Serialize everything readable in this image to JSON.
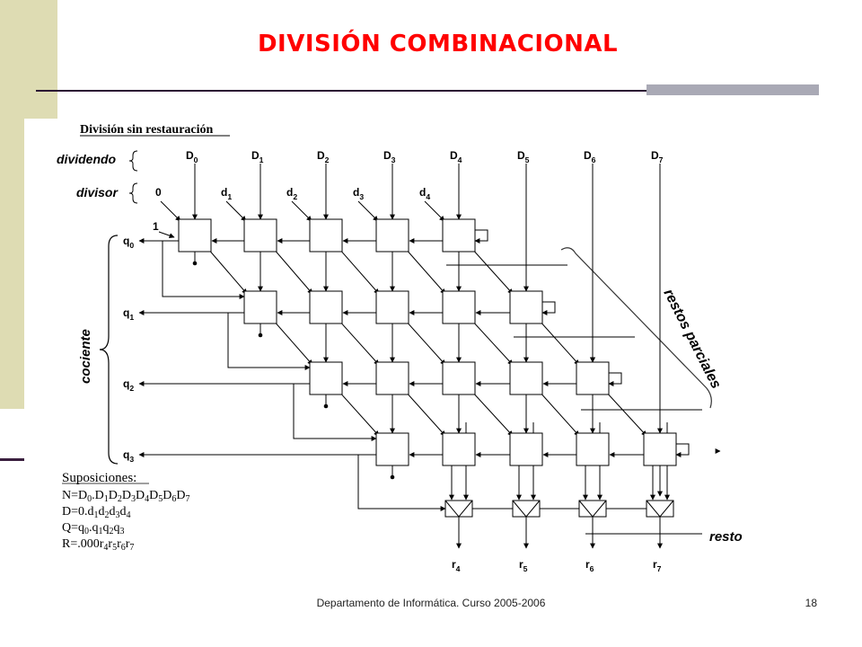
{
  "slide": {
    "title": "DIVISIÓN COMBINACIONAL",
    "footer": "Departamento de Informática. Curso 2005-2006",
    "page_number": "18",
    "colors": {
      "title": "#ff0000",
      "side_band": "#dedcb3",
      "rule": "#2b1233",
      "rule_accent": "#a9a9b5"
    }
  },
  "diagram": {
    "heading": "División sin restauración",
    "labels": {
      "dividendo": "dividendo",
      "divisor": "divisor",
      "cociente": "cociente",
      "restos_parciales": "restos parciales",
      "resto": "resto",
      "carry_in": "1"
    },
    "dividend_inputs": [
      {
        "base": "D",
        "sub": "0"
      },
      {
        "base": "D",
        "sub": "1"
      },
      {
        "base": "D",
        "sub": "2"
      },
      {
        "base": "D",
        "sub": "3"
      },
      {
        "base": "D",
        "sub": "4"
      },
      {
        "base": "D",
        "sub": "5"
      },
      {
        "base": "D",
        "sub": "6"
      },
      {
        "base": "D",
        "sub": "7"
      }
    ],
    "divisor_inputs": [
      {
        "base": "0",
        "sub": ""
      },
      {
        "base": "d",
        "sub": "1"
      },
      {
        "base": "d",
        "sub": "2"
      },
      {
        "base": "d",
        "sub": "3"
      },
      {
        "base": "d",
        "sub": "4"
      }
    ],
    "quotient_outputs": [
      {
        "base": "q",
        "sub": "0"
      },
      {
        "base": "q",
        "sub": "1"
      },
      {
        "base": "q",
        "sub": "2"
      },
      {
        "base": "q",
        "sub": "3"
      }
    ],
    "remainder_outputs": [
      {
        "base": "r",
        "sub": "4"
      },
      {
        "base": "r",
        "sub": "5"
      },
      {
        "base": "r",
        "sub": "6"
      },
      {
        "base": "r",
        "sub": "7"
      }
    ],
    "suposiciones": {
      "heading": "Suposiciones:",
      "lines": [
        [
          {
            "t": "N=D"
          },
          {
            "s": "0"
          },
          {
            "t": ".D"
          },
          {
            "s": "1"
          },
          {
            "t": "D"
          },
          {
            "s": "2"
          },
          {
            "t": "D"
          },
          {
            "s": "3"
          },
          {
            "t": "D"
          },
          {
            "s": "4"
          },
          {
            "t": "D"
          },
          {
            "s": "5"
          },
          {
            "t": "D"
          },
          {
            "s": "6"
          },
          {
            "t": "D"
          },
          {
            "s": "7"
          }
        ],
        [
          {
            "t": "D=0.d"
          },
          {
            "s": "1"
          },
          {
            "t": "d"
          },
          {
            "s": "2"
          },
          {
            "t": "d"
          },
          {
            "s": "3"
          },
          {
            "t": "d"
          },
          {
            "s": "4"
          }
        ],
        [
          {
            "t": "Q=q"
          },
          {
            "s": "0"
          },
          {
            "t": ".q"
          },
          {
            "s": "1"
          },
          {
            "t": "q"
          },
          {
            "s": "2"
          },
          {
            "t": "q"
          },
          {
            "s": "3"
          }
        ],
        [
          {
            "t": "R=.000r"
          },
          {
            "s": "4"
          },
          {
            "t": "r"
          },
          {
            "s": "5"
          },
          {
            "t": "r"
          },
          {
            "s": "6"
          },
          {
            "t": "r"
          },
          {
            "s": "7"
          }
        ]
      ]
    }
  }
}
